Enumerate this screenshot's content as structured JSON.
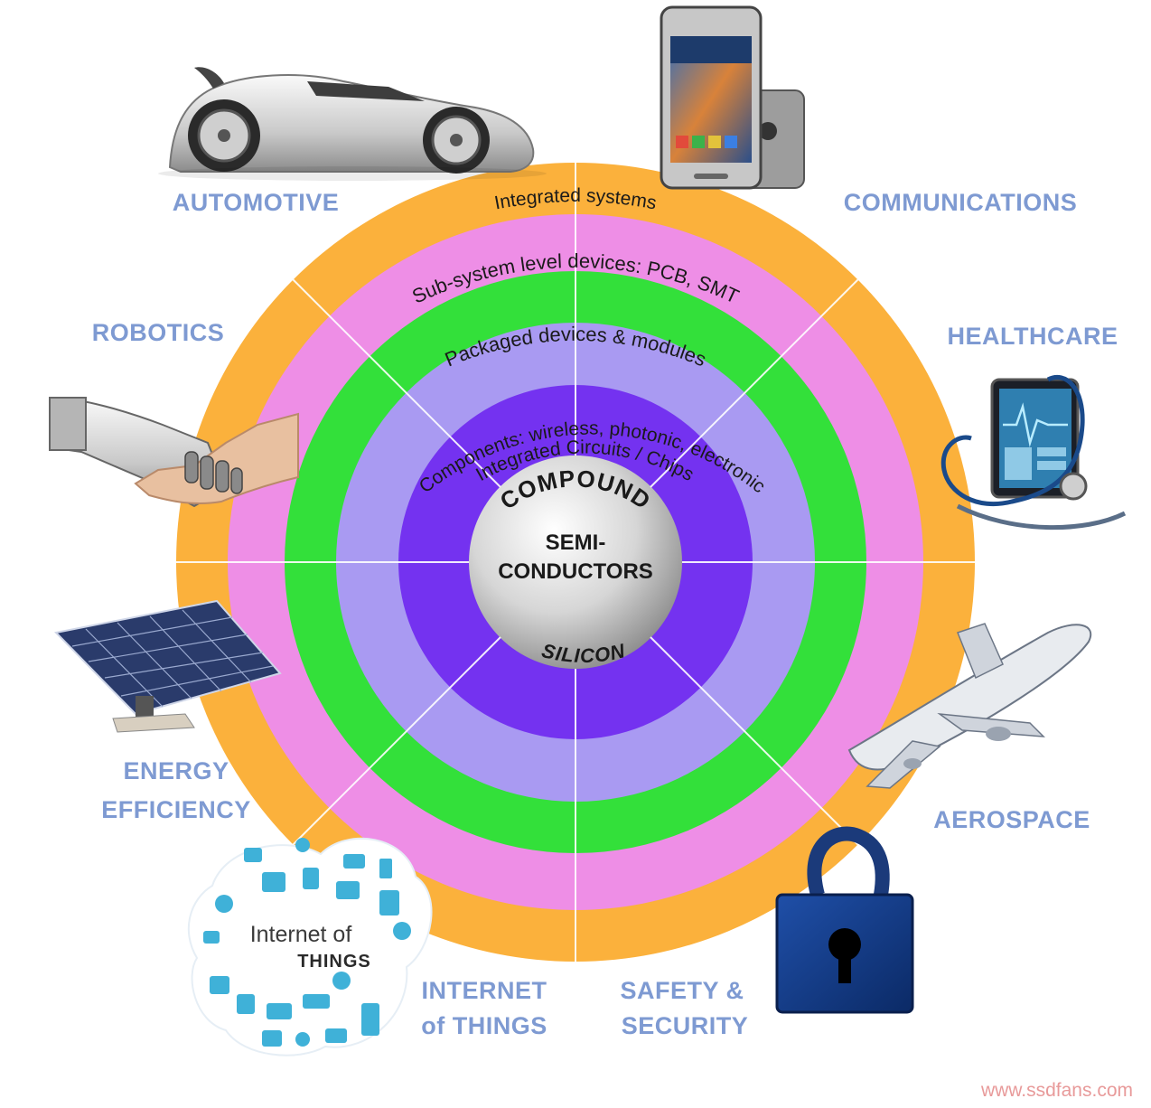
{
  "rings": {
    "integrated_systems": "Integrated systems",
    "subsystem": "Sub-system level devices: PCB, SMT",
    "packaged": "Packaged devices & modules",
    "components": "Components: wireless, photonic, electronic",
    "ics": "Integrated Circuits / Chips"
  },
  "core": {
    "top": "COMPOUND",
    "line1": "SEMI-",
    "line2": "CONDUCTORS",
    "bottom": "SILICON"
  },
  "applications": {
    "automotive": "AUTOMOTIVE",
    "communications": "COMMUNICATIONS",
    "robotics": "ROBOTICS",
    "healthcare": "HEALTHCARE",
    "energy_1": "ENERGY",
    "energy_2": "EFFICIENCY",
    "aerospace": "AEROSPACE",
    "iot_1": "INTERNET",
    "iot_2": "of THINGS",
    "safety_1": "SAFETY &",
    "safety_2": "SECURITY"
  },
  "iot_logo": {
    "line1": "Internet of",
    "line2": "THINGS"
  },
  "watermark": "www.ssdfans.com",
  "colors": {
    "outer_ring": "#fbb13c",
    "pink_ring": "#ee8ee6",
    "green_ring": "#33e03a",
    "lavender_ring": "#a99af2",
    "violet_ring": "#7432f0",
    "core": "#c8c8c8",
    "label": "#7e9ad2"
  }
}
